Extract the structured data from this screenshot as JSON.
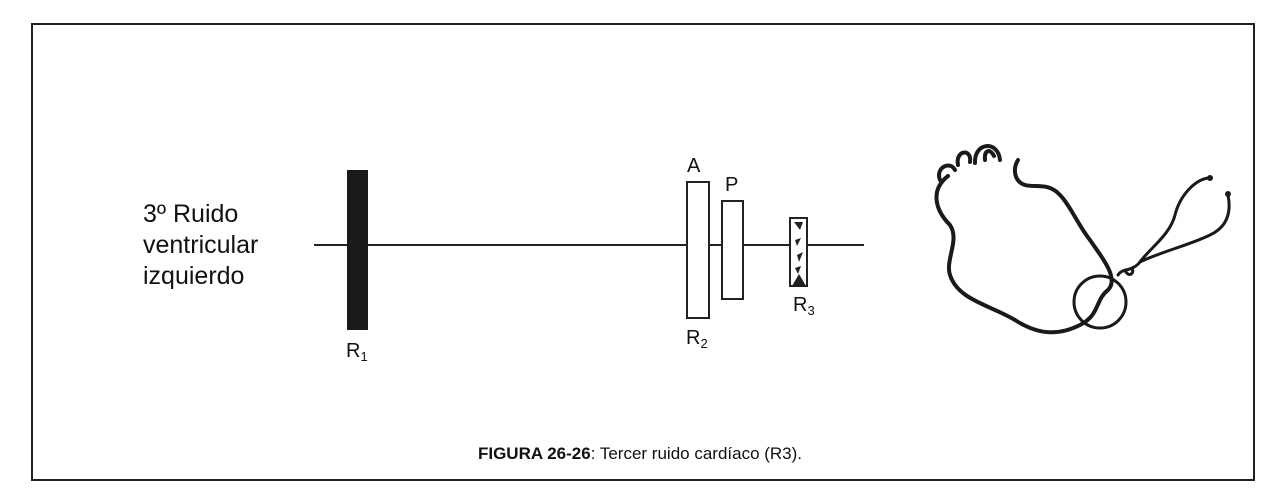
{
  "figure": {
    "label_lines": [
      "3º Ruido",
      "ventricular",
      "izquierdo"
    ],
    "sounds": {
      "r1": {
        "base": "R",
        "sub": "1"
      },
      "r2": {
        "base": "R",
        "sub": "2"
      },
      "r3": {
        "base": "R",
        "sub": "3"
      },
      "a": "A",
      "p": "P"
    },
    "caption": {
      "prefix": "FIGURA 26-26",
      "text": ": Tercer ruido cardíaco (R3)."
    }
  }
}
